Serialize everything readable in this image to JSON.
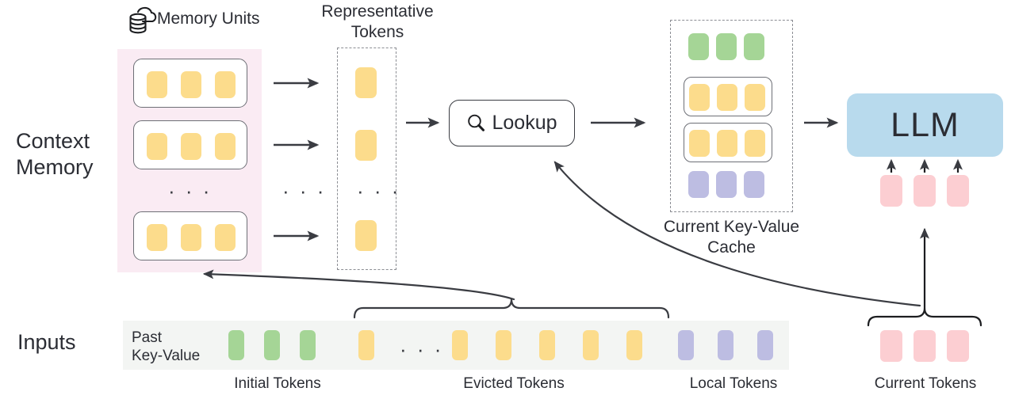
{
  "diagram": {
    "title": "Context Memory with LLM Key-Value Cache",
    "row_labels": {
      "context_memory": "Context\nMemory",
      "inputs": "Inputs"
    },
    "memory_units": {
      "icon": "cloud-database-icon",
      "label": "Memory Units",
      "units": [
        {
          "tokens": [
            "yellow",
            "yellow",
            "yellow"
          ]
        },
        {
          "tokens": [
            "yellow",
            "yellow",
            "yellow"
          ]
        },
        {
          "tokens": [
            "yellow",
            "yellow",
            "yellow"
          ]
        }
      ],
      "ellipsis": "· · ·"
    },
    "representative_tokens": {
      "label": "Representative\nTokens",
      "tokens": [
        "yellow",
        "yellow",
        "yellow"
      ],
      "ellipsis": "· · ·"
    },
    "between_ellipsis": "· · ·",
    "lookup": {
      "label": "Lookup",
      "icon": "magnifier-icon"
    },
    "kv_cache": {
      "label": "Current Key-Value\nCache",
      "rows": [
        {
          "kind": "plain",
          "tokens": [
            "green",
            "green",
            "green"
          ]
        },
        {
          "kind": "boxed",
          "tokens": [
            "yellow",
            "yellow",
            "yellow"
          ]
        },
        {
          "kind": "boxed",
          "tokens": [
            "yellow",
            "yellow",
            "yellow"
          ]
        },
        {
          "kind": "plain",
          "tokens": [
            "purple",
            "purple",
            "purple"
          ]
        }
      ]
    },
    "llm": {
      "label": "LLM"
    },
    "llm_input_tokens": [
      "pink",
      "pink",
      "pink"
    ],
    "inputs": {
      "past_key_value_label": "Past\nKey-Value",
      "sequence": [
        "green",
        "green",
        "green",
        "yellow",
        "ellipsis",
        "yellow",
        "yellow",
        "yellow",
        "yellow",
        "yellow",
        "purple",
        "purple",
        "purple"
      ],
      "ellipsis": "· · ·",
      "current_tokens": [
        "pink",
        "pink",
        "pink"
      ],
      "group_labels": {
        "initial": "Initial Tokens",
        "evicted": "Evicted Tokens",
        "local": "Local Tokens",
        "current": "Current Tokens"
      }
    },
    "colors": {
      "yellow": "#fcdc8c",
      "green": "#a5d596",
      "purple": "#bdbde2",
      "pink": "#fcced2",
      "llm_blue": "#b8daed",
      "context_panel": "#faebf3",
      "input_strip": "#f3f5f3",
      "stroke": "#3a3c42",
      "dashed_stroke": "#8b8d93",
      "text": "#2b2d34"
    }
  }
}
